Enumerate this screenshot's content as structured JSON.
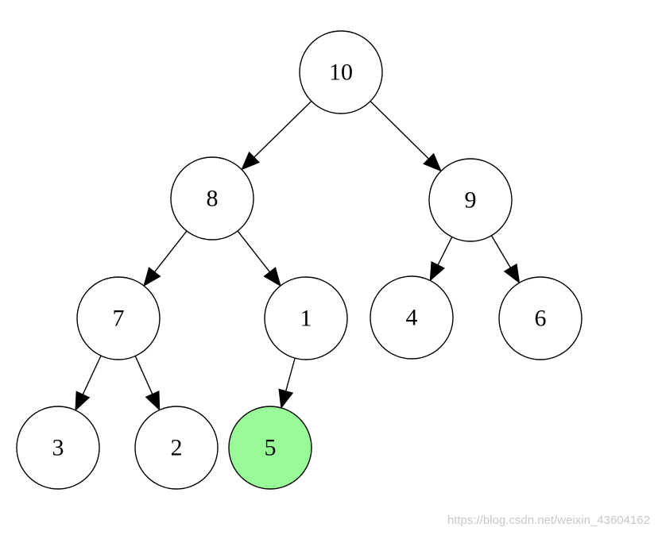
{
  "tree": {
    "nodes": [
      {
        "id": "n10",
        "label": "10",
        "highlighted": false
      },
      {
        "id": "n8",
        "label": "8",
        "highlighted": false
      },
      {
        "id": "n9",
        "label": "9",
        "highlighted": false
      },
      {
        "id": "n7",
        "label": "7",
        "highlighted": false
      },
      {
        "id": "n1",
        "label": "1",
        "highlighted": false
      },
      {
        "id": "n4",
        "label": "4",
        "highlighted": false
      },
      {
        "id": "n6",
        "label": "6",
        "highlighted": false
      },
      {
        "id": "n3",
        "label": "3",
        "highlighted": false
      },
      {
        "id": "n2",
        "label": "2",
        "highlighted": false
      },
      {
        "id": "n5",
        "label": "5",
        "highlighted": true
      }
    ],
    "edges": [
      {
        "from": "n10",
        "to": "n8"
      },
      {
        "from": "n10",
        "to": "n9"
      },
      {
        "from": "n8",
        "to": "n7"
      },
      {
        "from": "n8",
        "to": "n1"
      },
      {
        "from": "n9",
        "to": "n4"
      },
      {
        "from": "n9",
        "to": "n6"
      },
      {
        "from": "n7",
        "to": "n3"
      },
      {
        "from": "n7",
        "to": "n2"
      },
      {
        "from": "n1",
        "to": "n5"
      }
    ]
  },
  "colors": {
    "highlight_fill": "#98fb98",
    "node_fill": "#ffffff",
    "stroke": "#000000"
  },
  "watermark": {
    "text": "https://blog.csdn.net/weixin_43604162"
  }
}
